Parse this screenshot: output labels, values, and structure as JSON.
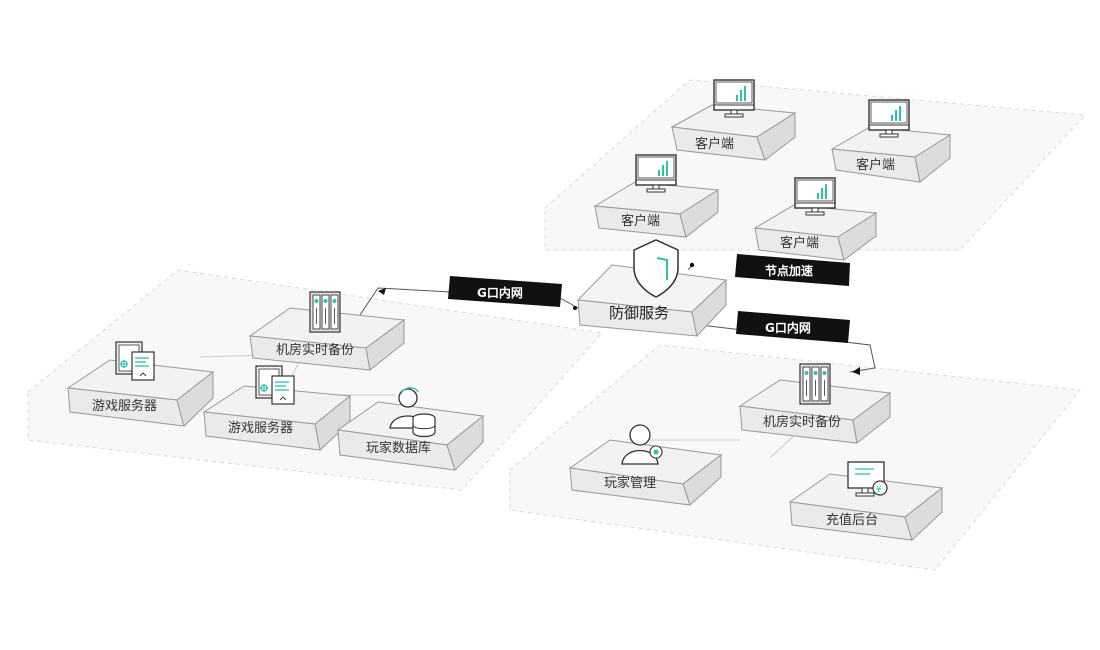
{
  "accent": "#2ec4a0",
  "client_label": "客户端",
  "shield_label": "防御服务",
  "node_accel_label": "节点加速",
  "g_port_label": "G口内网",
  "left": {
    "backup_label": "机房实时备份",
    "game_server_label": "游戏服务器",
    "db_label": "玩家数据库"
  },
  "right": {
    "backup_label": "机房实时备份",
    "player_mgmt_label": "玩家管理",
    "recharge_label": "充值后台"
  },
  "icons": {
    "client": "monitor-icon",
    "shield": "shield-icon",
    "backup": "server-rack-icon",
    "game_server": "game-server-icon",
    "db": "player-database-icon",
    "player_mgmt": "user-manage-icon",
    "recharge": "recharge-monitor-icon"
  }
}
